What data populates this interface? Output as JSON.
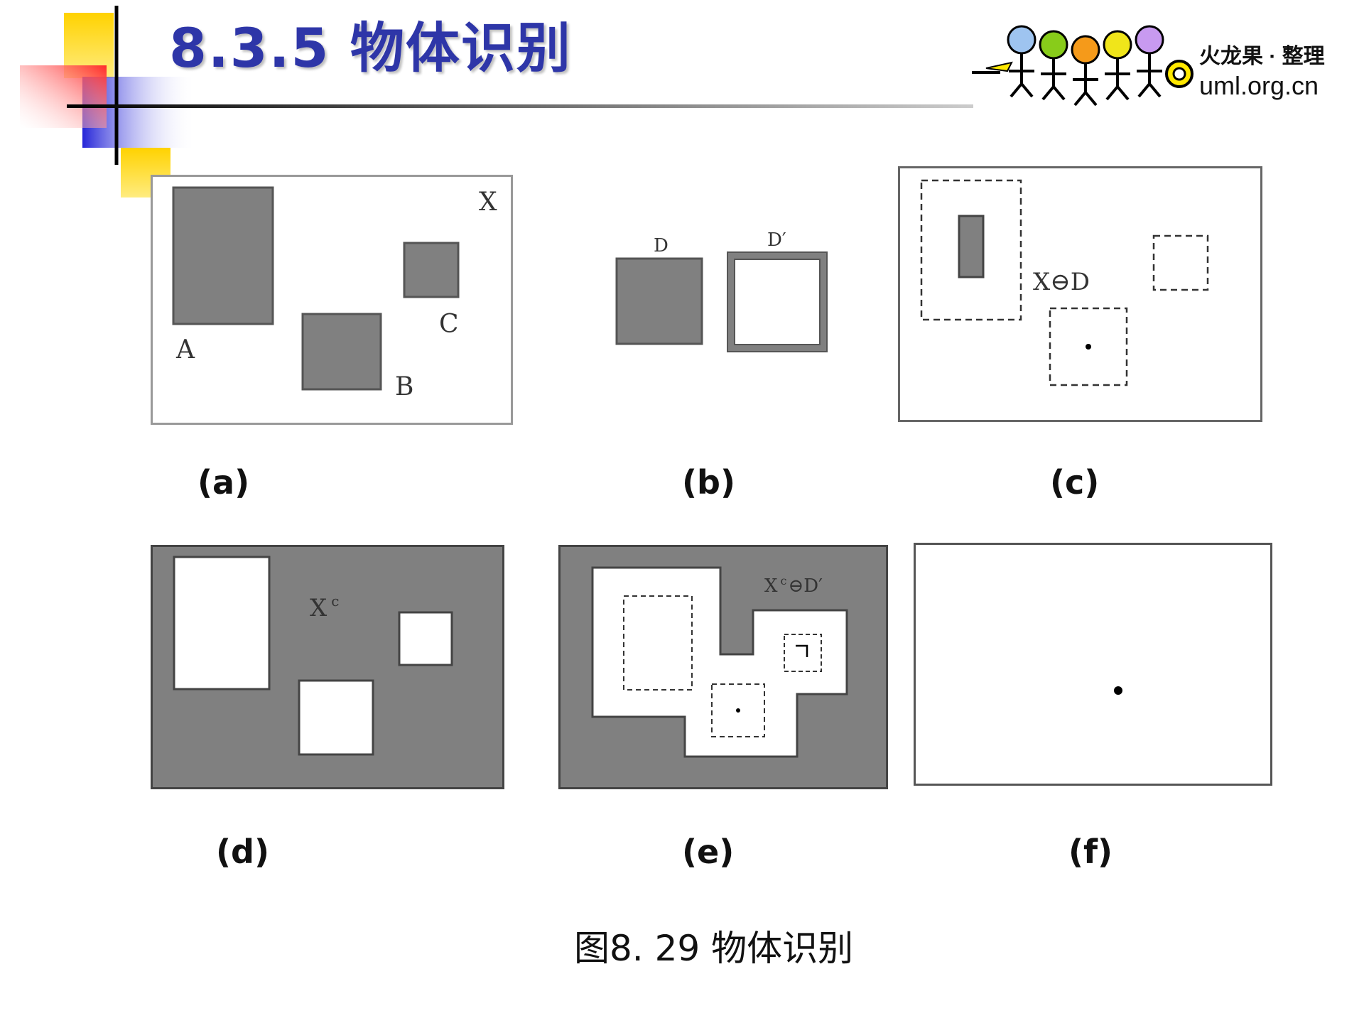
{
  "title": "8.3.5  物体识别",
  "logo": {
    "cn_text": "火龙果 · 整理",
    "url": "uml.org.cn",
    "figure_colors": [
      "#9ec4f0",
      "#88cc1a",
      "#f59a1a",
      "#f0e51a",
      "#c89af0"
    ]
  },
  "panels": {
    "a": {
      "label": "(a)",
      "set_x": "X",
      "obj_a": "A",
      "obj_b": "B",
      "obj_c": "C"
    },
    "b": {
      "label": "(b)",
      "elem_d": "D",
      "elem_d_prime": "D′"
    },
    "c": {
      "label": "(c)",
      "erosion": "X⊖D"
    },
    "d": {
      "label": "(d)",
      "complement_base": "X",
      "complement_sup": "c"
    },
    "e": {
      "label": "(e)",
      "formula_base": "X",
      "formula_sup": "c",
      "formula_rest": "⊖D′"
    },
    "f": {
      "label": "(f)"
    }
  },
  "caption": "图8. 29    物体识别",
  "colors": {
    "title": "#2e36a8",
    "fill_gray": "#808080",
    "border": "#555555"
  }
}
